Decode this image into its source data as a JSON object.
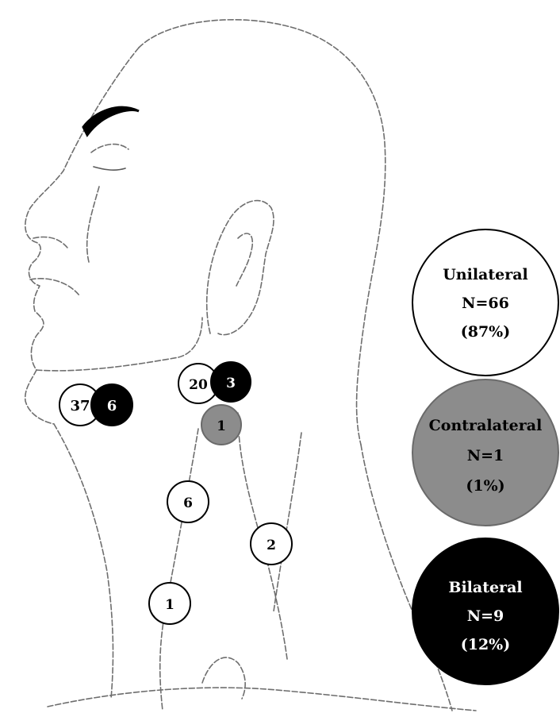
{
  "colors": {
    "unilateral": "#ffffff",
    "contralateral": "#8c8c8c",
    "bilateral": "#000000",
    "outline": "#000000",
    "sketch": "#6e6e6e"
  },
  "node_counts": {
    "submandibular_unilateral": "37",
    "submandibular_bilateral": "6",
    "upper_jugular_unilateral": "20",
    "upper_jugular_bilateral": "3",
    "upper_jugular_contralateral": "1",
    "mid_jugular": "6",
    "lower_jugular": "1",
    "posterior_triangle": "2"
  },
  "legend": {
    "unilateral": {
      "title": "Unilateral",
      "n": "N=66",
      "pct": "(87%)"
    },
    "contralateral": {
      "title": "Contralateral",
      "n": "N=1",
      "pct": "(1%)"
    },
    "bilateral": {
      "title": "Bilateral",
      "n": "N=9",
      "pct": "(12%)"
    }
  }
}
